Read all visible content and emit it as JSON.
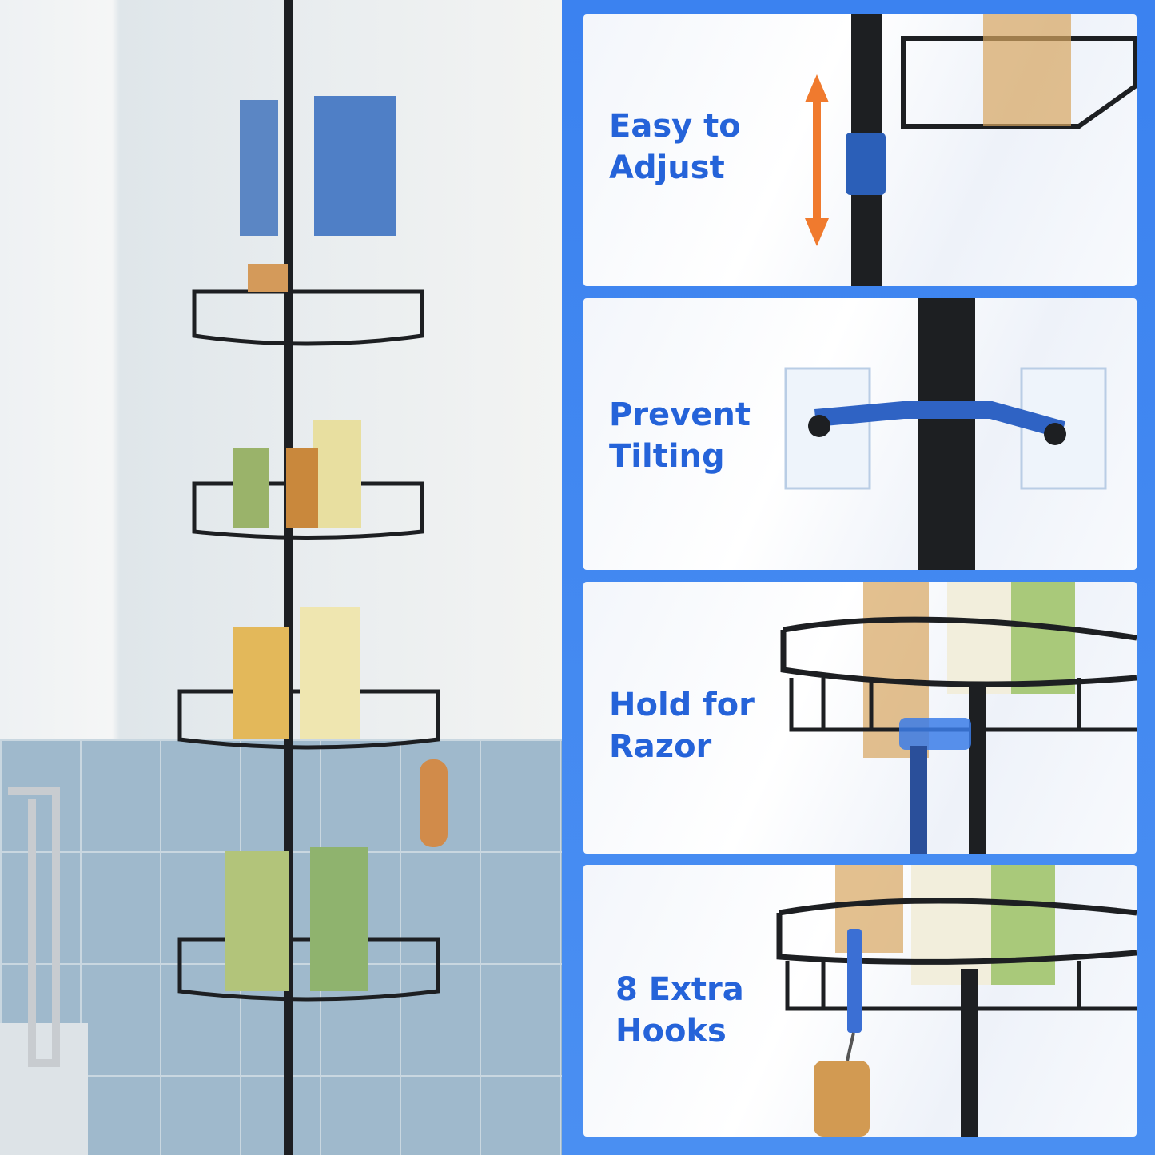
{
  "colors": {
    "accent": "#3b82f0",
    "label_text": "#2563d9",
    "rack": "#1d1f22"
  },
  "features": [
    {
      "label": "Easy to\nAdjust",
      "icon": "double-arrow-icon"
    },
    {
      "label": "Prevent\nTilting",
      "icon": "wall-bracket-icon"
    },
    {
      "label": "Hold for\nRazor",
      "icon": "razor-holder-icon"
    },
    {
      "label": "8 Extra\nHooks",
      "icon": "hook-icon"
    }
  ]
}
